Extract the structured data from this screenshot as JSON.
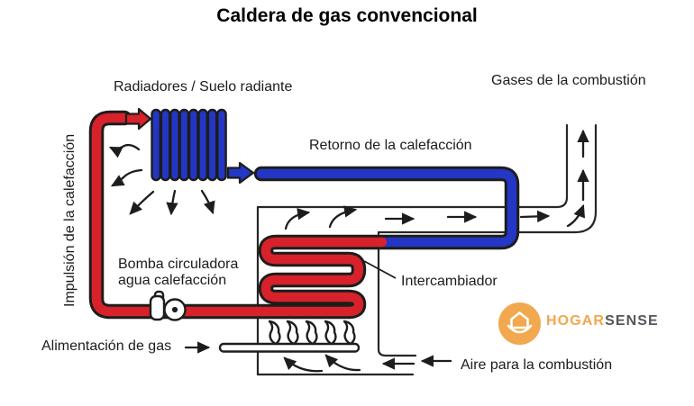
{
  "title": "Caldera de gas convencional",
  "diagram": {
    "labels": {
      "radiators": "Radiadores / Suelo radiante",
      "flue_gases": "Gases de la combustión",
      "return_pipe": "Retorno de la calefacción",
      "supply_pipe": "Impulsión de la calefacción",
      "pump_line1": "Bomba circuladora",
      "pump_line2": "agua calefacción",
      "heat_exchanger": "Intercambiador",
      "gas_supply": "Alimentación de gas",
      "combustion_air": "Aire para la combustión"
    }
  },
  "logo": {
    "word_hogar": "HOGAR",
    "word_sense": "SENSE"
  },
  "colors": {
    "hot_pipe": "#d7212b",
    "cold_pipe": "#2336c4",
    "outline": "#1d1d1b",
    "line": "#272727",
    "text": "#1c1c1c",
    "logo_orange": "#f2a84e",
    "logo_gray": "#54565b"
  }
}
